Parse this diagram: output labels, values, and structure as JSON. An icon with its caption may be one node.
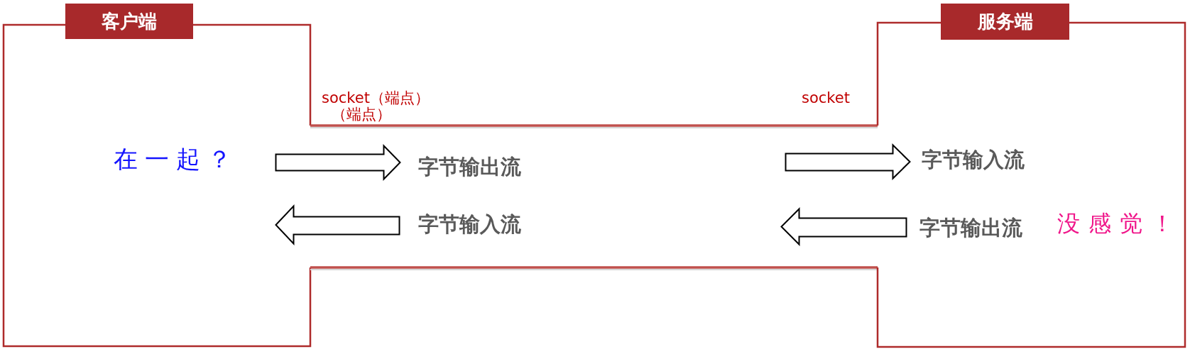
{
  "diagram": {
    "nodes": [
      {
        "text": [
          "客户端",
          "在一起？"
        ]
      },
      {
        "text": [
          "字节输出流",
          "字节输入流"
        ]
      },
      {
        "text": [
          "服务端",
          "字节输入流",
          "字节输出流",
          "没感觉！"
        ]
      }
    ],
    "labels": [
      "socket（端点）",
      "（端点）",
      "socket"
    ]
  }
}
